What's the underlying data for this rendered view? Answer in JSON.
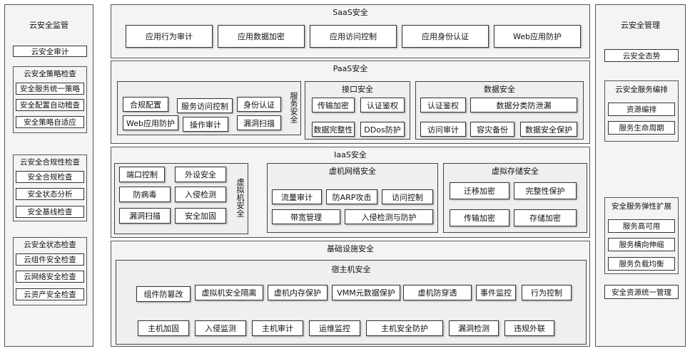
{
  "left": {
    "title": "云安全监管",
    "audit": "云安全审计",
    "policy": {
      "header": "云安全策略检查",
      "items": [
        "安全服务统一策略",
        "安全配置自动稽查",
        "安全策略自适应"
      ]
    },
    "compliance": {
      "header": "云安全合规性检查",
      "items": [
        "安全合规检查",
        "安全状态分析",
        "安全基线检查"
      ]
    },
    "status": {
      "header": "云安全状态检查",
      "items": [
        "云组件安全检查",
        "云网络安全检查",
        "云资产安全检查"
      ]
    }
  },
  "right": {
    "title": "云安全管理",
    "posture": "云安全态势",
    "orchestration": {
      "header": "云安全服务编排",
      "items": [
        "资源编排",
        "服务生命周期"
      ]
    },
    "elastic": {
      "header": "安全服务弹性扩展",
      "items": [
        "服务高可用",
        "服务横向伸缩",
        "服务负载均衡"
      ]
    },
    "unified": "安全资源统一管理"
  },
  "saas": {
    "title": "SaaS安全",
    "items": [
      "应用行为审计",
      "应用数据加密",
      "应用访问控制",
      "应用身份认证",
      "Web应用防护"
    ]
  },
  "paas": {
    "title": "PaaS安全",
    "service": {
      "label": "服务安全",
      "items": [
        "合规配置",
        "服务访问控制",
        "身份认证",
        "Web应用防护",
        "操作审计",
        "漏洞扫描"
      ]
    },
    "interface": {
      "title": "接口安全",
      "items": [
        "传输加密",
        "认证鉴权",
        "数据完整性",
        "DDos防护"
      ]
    },
    "data": {
      "title": "数据安全",
      "items": [
        "认证鉴权",
        "数据分类防泄漏",
        "访问审计",
        "容灾备份",
        "数据安全保护"
      ]
    }
  },
  "iaas": {
    "title": "IaaS安全",
    "host": {
      "label": "虚拟机安全",
      "items": [
        "端口控制",
        "外设安全",
        "防病毒",
        "入侵检测",
        "漏洞扫描",
        "安全加固"
      ]
    },
    "network": {
      "title": "虚机网络安全",
      "items": [
        "流量审计",
        "防ARP攻击",
        "访问控制",
        "带宽管理",
        "入侵检测与防护"
      ]
    },
    "storage": {
      "title": "虚拟存储安全",
      "items": [
        "迁移加密",
        "完整性保护",
        "传输加密",
        "存储加密"
      ]
    }
  },
  "infra": {
    "title": "基础设施安全",
    "host_title": "宿主机安全",
    "row1": [
      "组件防篡改",
      "虚拟机安全隔离",
      "虚机内存保护",
      "VMM元数据保护",
      "虚机防穿透",
      "事件监控",
      "行为控制"
    ],
    "row2": [
      "主机加固",
      "入侵监测",
      "主机审计",
      "运维监控",
      "主机安全防护",
      "漏洞检测",
      "违规外联"
    ]
  }
}
